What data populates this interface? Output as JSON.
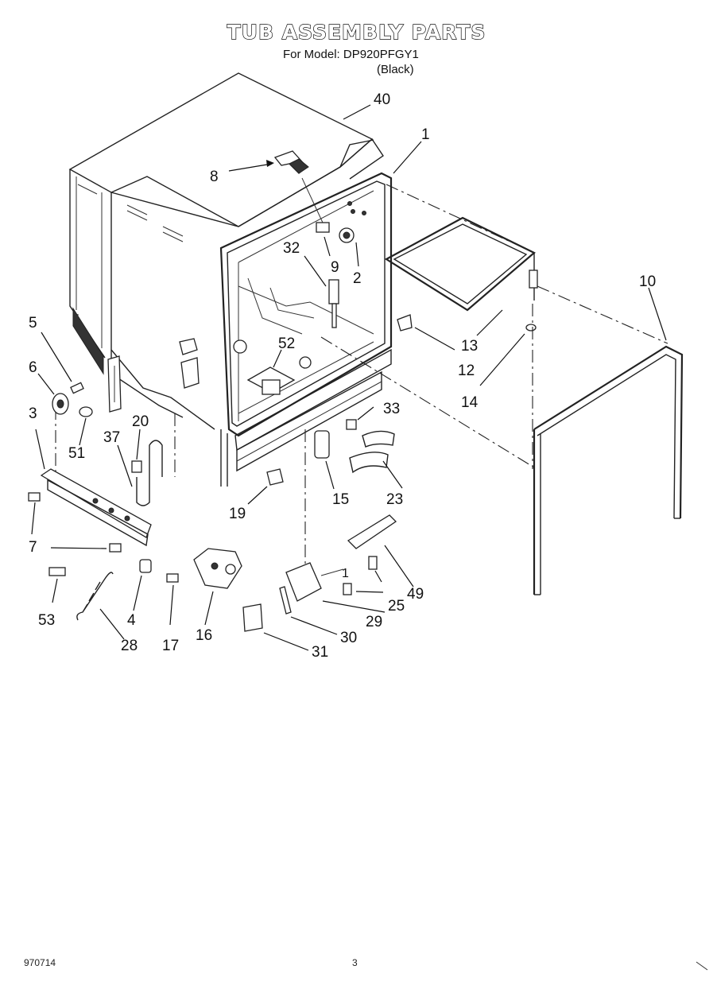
{
  "header": {
    "title": "TUB ASSEMBLY PARTS",
    "model_line": "For Model: DP920PFGY1",
    "color_line": "(Black)"
  },
  "callouts": [
    "40",
    "1",
    "8",
    "9",
    "32",
    "2",
    "10",
    "13",
    "12",
    "14",
    "5",
    "52",
    "6",
    "3",
    "51",
    "20",
    "37",
    "33",
    "15",
    "23",
    "19",
    "7",
    "53",
    "28",
    "4",
    "17",
    "16",
    "1",
    "49",
    "25",
    "29",
    "30",
    "31"
  ],
  "footer": {
    "date": "970714",
    "page": "3"
  }
}
